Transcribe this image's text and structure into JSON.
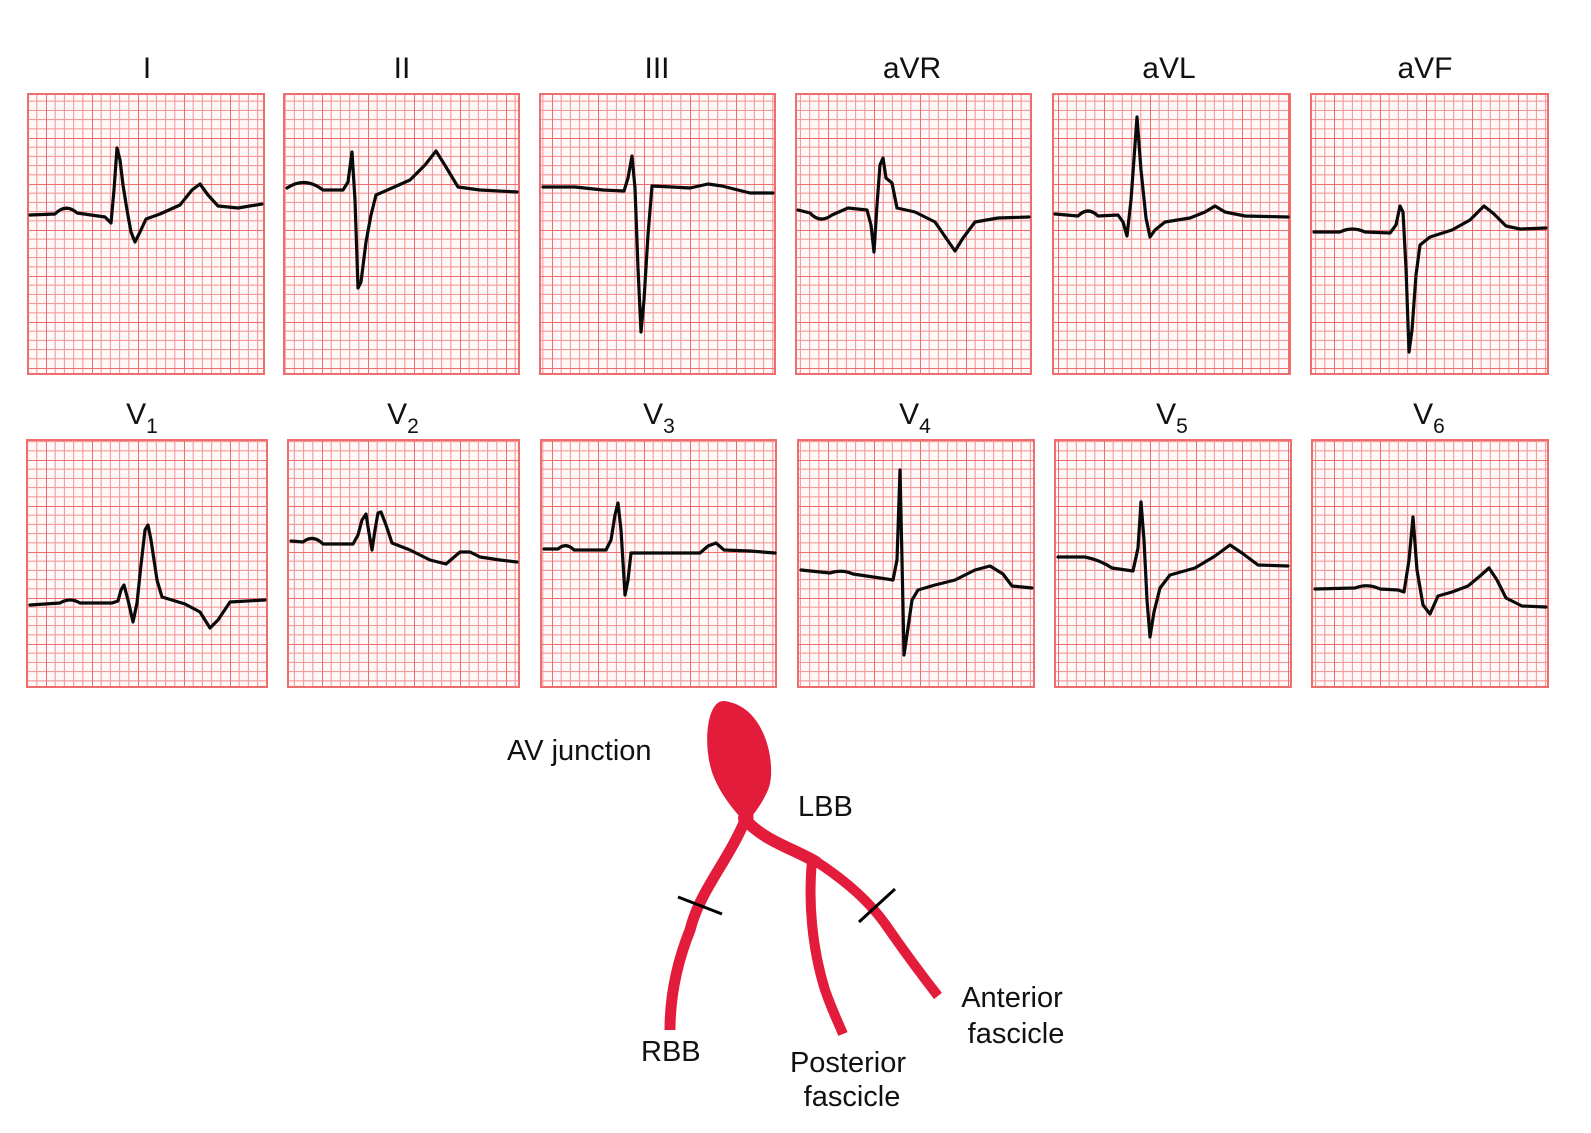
{
  "figure": {
    "grid_color": "#f27f7f",
    "grid_bg": "#fff8f8",
    "trace_color": "#0a0a0a",
    "conduction_color": "#e41c3c"
  },
  "leads": [
    {
      "id": "I",
      "name": "I",
      "sub": ""
    },
    {
      "id": "II",
      "name": "II",
      "sub": ""
    },
    {
      "id": "III",
      "name": "III",
      "sub": ""
    },
    {
      "id": "aVR",
      "name": "aVR",
      "sub": ""
    },
    {
      "id": "aVL",
      "name": "aVL",
      "sub": ""
    },
    {
      "id": "aVF",
      "name": "aVF",
      "sub": ""
    },
    {
      "id": "V1",
      "name": "V",
      "sub": "1"
    },
    {
      "id": "V2",
      "name": "V",
      "sub": "2"
    },
    {
      "id": "V3",
      "name": "V",
      "sub": "3"
    },
    {
      "id": "V4",
      "name": "V",
      "sub": "4"
    },
    {
      "id": "V5",
      "name": "V",
      "sub": "5"
    },
    {
      "id": "V6",
      "name": "V",
      "sub": "6"
    }
  ],
  "diagram": {
    "av_junction": "AV junction",
    "lbb": "LBB",
    "rbb": "RBB",
    "posterior_line1": "Posterior",
    "posterior_line2": "fascicle",
    "anterior_line1": "Anterior",
    "anterior_line2": "fascicle"
  }
}
